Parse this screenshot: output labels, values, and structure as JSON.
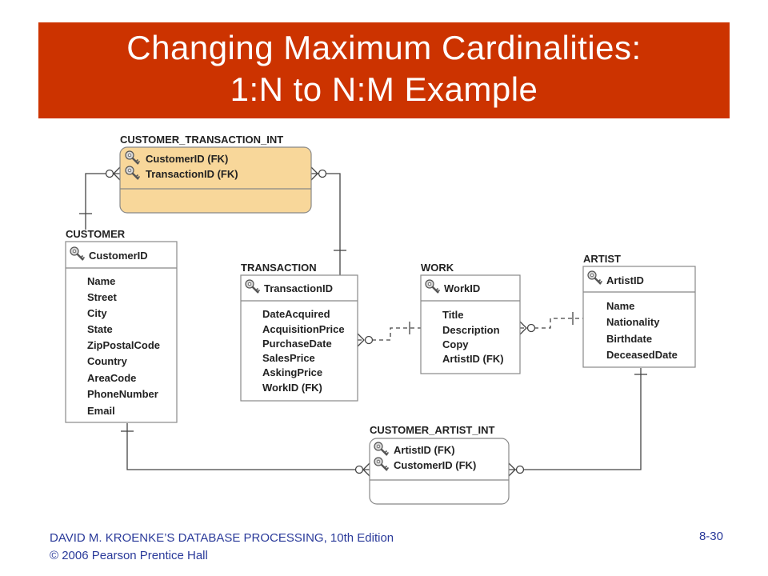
{
  "slide": {
    "title_line1": "Changing Maximum Cardinalities:",
    "title_line2": "1:N to N:M Example",
    "footer_line1": "DAVID M. KROENKE’S DATABASE PROCESSING, 10th Edition",
    "footer_line2": "© 2006 Pearson Prentice Hall",
    "page_number": "8-30"
  },
  "colors": {
    "title_bg": "#cc3300",
    "intersection_fill": "#f8d79a",
    "footer_text": "#2a3a9a"
  },
  "entities": {
    "customer_transaction_int": {
      "name": "CUSTOMER_TRANSACTION_INT",
      "keys": [
        "CustomerID (FK)",
        "TransactionID (FK)"
      ],
      "attributes": []
    },
    "customer": {
      "name": "CUSTOMER",
      "keys": [
        "CustomerID"
      ],
      "attributes": [
        "Name",
        "Street",
        "City",
        "State",
        "ZipPostalCode",
        "Country",
        "AreaCode",
        "PhoneNumber",
        "Email"
      ]
    },
    "transaction": {
      "name": "TRANSACTION",
      "keys": [
        "TransactionID"
      ],
      "attributes": [
        "DateAcquired",
        "AcquisitionPrice",
        "PurchaseDate",
        "SalesPrice",
        "AskingPrice",
        "WorkID (FK)"
      ]
    },
    "work": {
      "name": "WORK",
      "keys": [
        "WorkID"
      ],
      "attributes": [
        "Title",
        "Description",
        "Copy",
        "ArtistID (FK)"
      ]
    },
    "artist": {
      "name": "ARTIST",
      "keys": [
        "ArtistID"
      ],
      "attributes": [
        "Name",
        "Nationality",
        "Birthdate",
        "DeceasedDate"
      ]
    },
    "customer_artist_int": {
      "name": "CUSTOMER_ARTIST_INT",
      "keys": [
        "ArtistID (FK)",
        "CustomerID (FK)"
      ],
      "attributes": []
    }
  }
}
